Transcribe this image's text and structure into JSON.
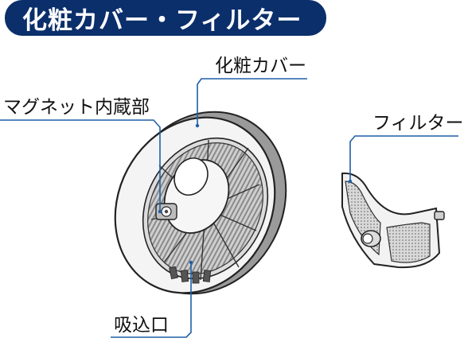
{
  "header": {
    "title": "化粧カバー・フィルター"
  },
  "labels": {
    "cover": "化粧カバー",
    "magnet": "マグネット内蔵部",
    "filter": "フィルター",
    "intake": "吸込口"
  },
  "colors": {
    "title_bg": "#0b2f6b",
    "leader_line": "#1f5fa8",
    "part_stroke": "#222222",
    "mesh_fill": "#b8b8b8",
    "shadow_fill": "#6e6e6e"
  }
}
